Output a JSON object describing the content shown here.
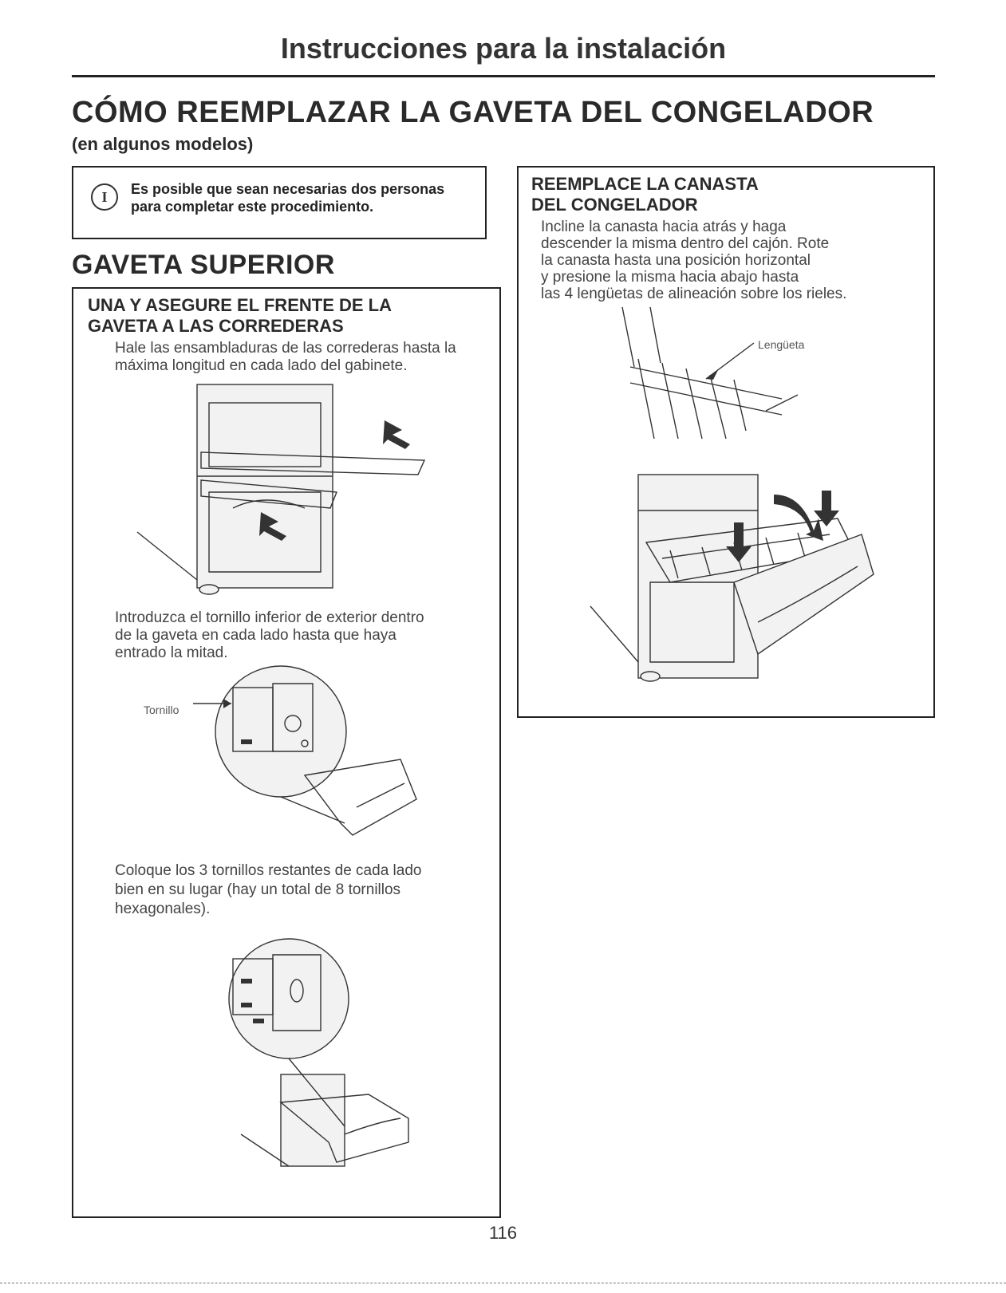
{
  "header": {
    "title": "Instrucciones para la instalación"
  },
  "section": {
    "title": "CÓMO REEMPLAZAR LA GAVETA DEL CONGELADOR",
    "subtitle": "(en algunos modelos)"
  },
  "note": {
    "icon": "info-icon",
    "icon_glyph": "I",
    "text_line1": "Es posible que sean necesarias dos personas",
    "text_line2": "para completar este procedimiento."
  },
  "left": {
    "heading": "GAVETA SUPERIOR",
    "step_title_line1": "UNA Y ASEGURE EL FRENTE DE LA",
    "step_title_line2": "GAVETA A LAS CORREDERAS",
    "para1_line1": "Hale las ensambladuras de las correderas hasta la",
    "para1_line2": "máxima longitud en cada lado del gabinete.",
    "para2_line1": "Introduzca el tornillo inferior de exterior dentro",
    "para2_line2": "de la gaveta en cada lado hasta que haya",
    "para2_line3": "entrado la mitad.",
    "label_screw": "Tornillo",
    "para3_line1": "Coloque los 3 tornillos restantes de cada lado",
    "para3_line2": "bien en su lugar (hay un total de 8 tornillos",
    "para3_line3": "hexagonales)."
  },
  "right": {
    "step_title_line1": "REEMPLACE LA CANASTA",
    "step_title_line2": "DEL CONGELADOR",
    "para_line1": "Incline la canasta hacia atrás y haga",
    "para_line2": "descender la misma dentro del cajón. Rote",
    "para_line3": "la canasta hasta una posición horizontal",
    "para_line4": "y presione la misma hacia abajo hasta",
    "para_line5": "las 4 lengüetas de alineación sobre los rieles.",
    "label_tab": "Lengüeta"
  },
  "footer": {
    "page_number": "116"
  }
}
